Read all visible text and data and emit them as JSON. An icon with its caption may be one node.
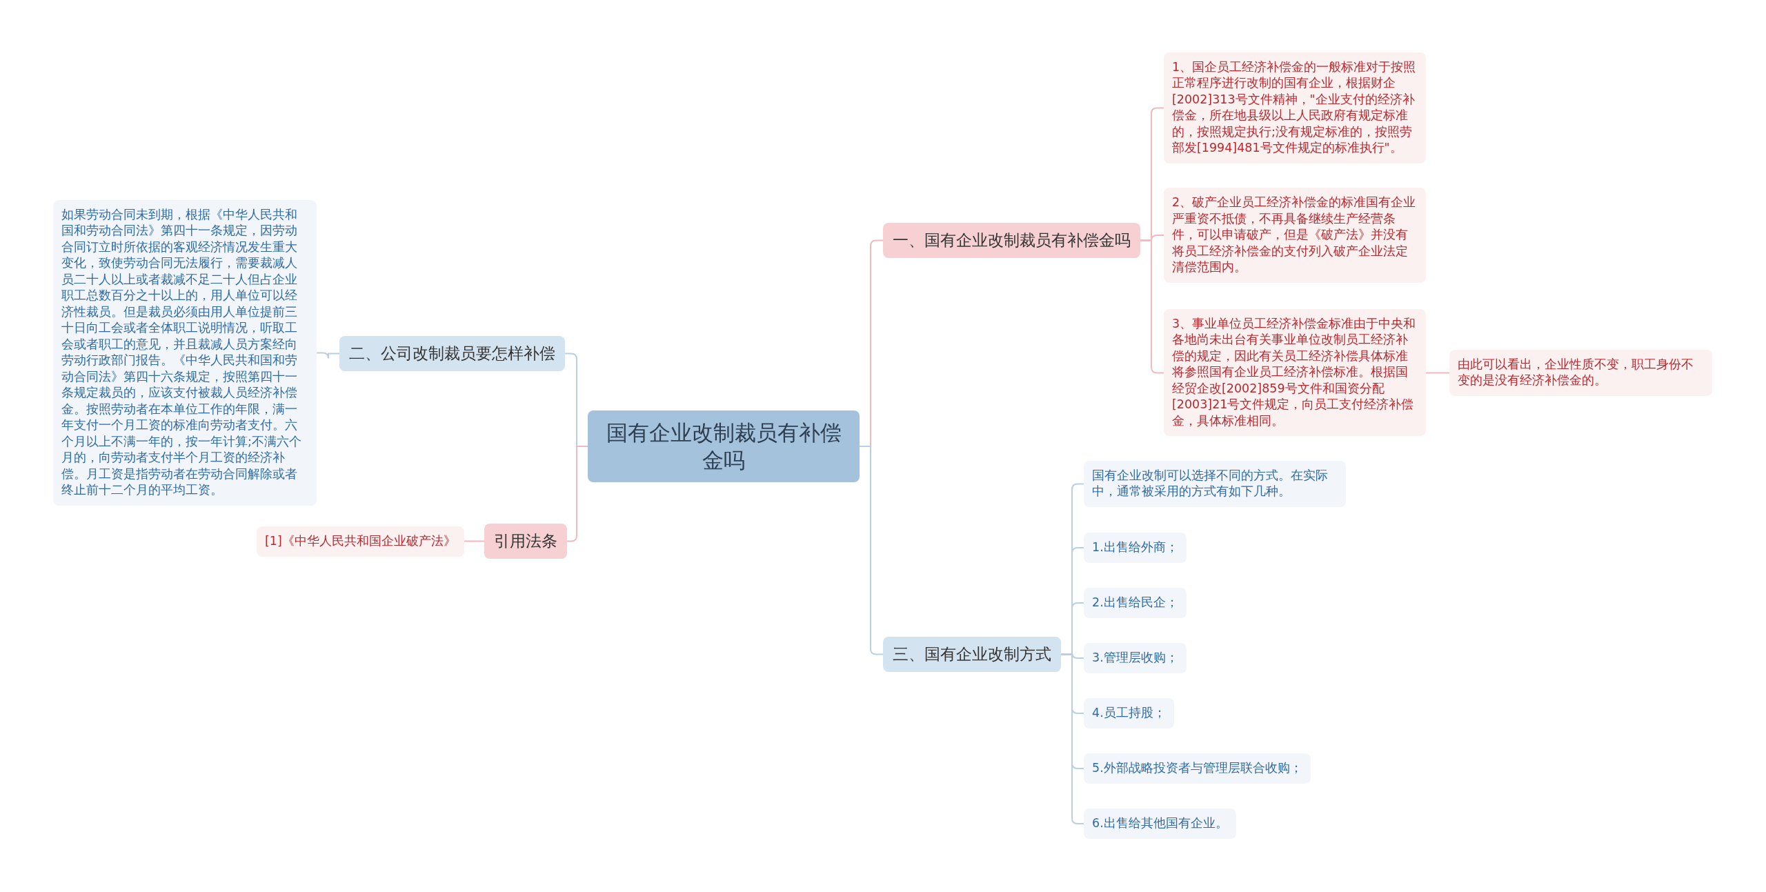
{
  "diagram": {
    "nodes": [
      {
        "text": [
          "国有企业改制裁员有补偿金吗"
        ]
      },
      {
        "text": [
          "一、国有企业改制裁员有补偿金吗"
        ]
      },
      {
        "text": [
          "1、国企员工经济补偿金的一般标准对于按照正常程序进行改制的国有企业，根据财企[2002]313号文件精神，\"企业支付的经济补偿金，所在地县级以上人民政府有规定标准的，按照规定执行;没有规定标准的，按照劳部发[1994]481号文件规定的标准执行\"。"
        ]
      },
      {
        "text": [
          "2、破产企业员工经济补偿金的标准国有企业严重资不抵债，不再具备继续生产经营条件，可以申请破产，但是《破产法》并没有将员工经济补偿金的支付列入破产企业法定清偿范围内。"
        ]
      },
      {
        "text": [
          "3、事业单位员工经济补偿金标准由于中央和各地尚未出台有关事业单位改制员工经济补偿的规定，因此有关员工经济补偿具体标准将参照国有企业员工经济补偿标准。根据国经贸企改[2002]859号文件和国资分配[2003]21号文件规定，向员工支付经济补偿金，具体标准相同。"
        ]
      },
      {
        "text": [
          "由此可以看出，企业性质不变，职工身份不变的是没有经济补偿金的。"
        ]
      },
      {
        "text": [
          "三、国有企业改制方式"
        ]
      },
      {
        "text": [
          "国有企业改制可以选择不同的方式。在实际中，通常被采用的方式有如下几种。"
        ]
      },
      {
        "text": [
          "1.出售给外商；"
        ]
      },
      {
        "text": [
          "2.出售给民企；"
        ]
      },
      {
        "text": [
          "3.管理层收购；"
        ]
      },
      {
        "text": [
          "4.员工持股；"
        ]
      },
      {
        "text": [
          "5.外部战略投资者与管理层联合收购；"
        ]
      },
      {
        "text": [
          "6.出售给其他国有企业。"
        ]
      },
      {
        "text": [
          "二、公司改制裁员要怎样补偿"
        ]
      },
      {
        "text": [
          "如果劳动合同未到期，根据《中华人民共和国和劳动合同法》第四十一条规定，因劳动合同订立时所依据的客观经济情况发生重大变化，致使劳动合同无法履行，需要裁减人员二十人以上或者裁减不足二十人但占企业职工总数百分之十以上的，用人单位可以经济性裁员。但是裁员必须由用人单位提前三十日向工会或者全体职工说明情况，听取工会或者职工的意见，并且裁减人员方案经向劳动行政部门报告。《中华人民共和国和劳动合同法》第四十六条规定，按照第四十一条规定裁员的，应该支付被裁人员经济补偿金。按照劳动者在本单位工作的年限，满一年支付一个月工资的标准向劳动者支付。六个月以上不满一年的，按一年计算;不满六个月的，向劳动者支付半个月工资的经济补偿。月工资是指劳动者在劳动合同解除或者终止前十二个月的平均工资。"
        ]
      },
      {
        "text": [
          "引用法条"
        ]
      },
      {
        "text": [
          "[1]《中华人民共和国企业破产法》"
        ]
      }
    ],
    "edges": [
      {
        "from": 0,
        "to": 1,
        "arrow": "none",
        "color": "#f2b8bb"
      },
      {
        "from": 1,
        "to": 2,
        "arrow": "none",
        "color": "#f2b8bb"
      },
      {
        "from": 1,
        "to": 3,
        "arrow": "none",
        "color": "#f2b8bb"
      },
      {
        "from": 1,
        "to": 4,
        "arrow": "none",
        "color": "#f2b8bb"
      },
      {
        "from": 4,
        "to": 5,
        "arrow": "none",
        "color": "#f2b8bb"
      },
      {
        "from": 0,
        "to": 6,
        "arrow": "none"
      },
      {
        "from": 6,
        "to": 7,
        "arrow": "none"
      },
      {
        "from": 6,
        "to": 8,
        "arrow": "none"
      },
      {
        "from": 6,
        "to": 9,
        "arrow": "none"
      },
      {
        "from": 6,
        "to": 10,
        "arrow": "none"
      },
      {
        "from": 6,
        "to": 11,
        "arrow": "none"
      },
      {
        "from": 6,
        "to": 12,
        "arrow": "none"
      },
      {
        "from": 6,
        "to": 13,
        "arrow": "none"
      },
      {
        "from": 0,
        "to": 14,
        "arrow": "none"
      },
      {
        "from": 14,
        "to": 15,
        "arrow": "none"
      },
      {
        "from": 0,
        "to": 16,
        "arrow": "none",
        "color": "#f2b8bb"
      },
      {
        "from": 16,
        "to": 17,
        "arrow": "none",
        "color": "#f2b8bb"
      }
    ]
  }
}
